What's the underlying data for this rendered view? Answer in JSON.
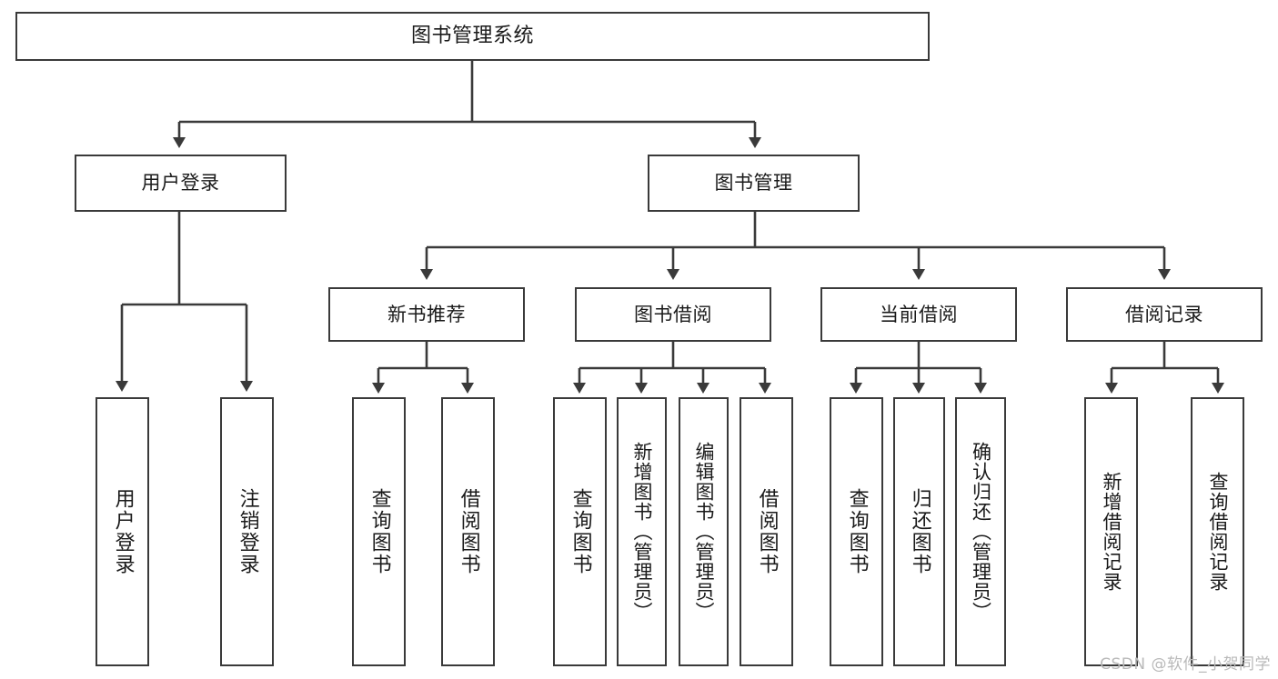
{
  "diagram": {
    "title": "图书管理系统",
    "type": "hierarchy-tree",
    "colors": {
      "box_border": "#3a3a3a",
      "box_fill": "#ffffff",
      "edge": "#3a3a3a",
      "text": "#1a1a1a",
      "watermark": "#b9b9b9"
    },
    "watermark": "CSDN @软件_小贺同学",
    "levels": {
      "root": {
        "label": "图书管理系统"
      },
      "level2": [
        {
          "label": "用户登录"
        },
        {
          "label": "图书管理"
        }
      ],
      "level3": [
        {
          "label": "新书推荐"
        },
        {
          "label": "图书借阅"
        },
        {
          "label": "当前借阅"
        },
        {
          "label": "借阅记录"
        }
      ],
      "leaves": {
        "user_login": [
          {
            "label": "用户登录"
          },
          {
            "label": "注销登录"
          }
        ],
        "new_book_recommend": [
          {
            "label": "查询图书"
          },
          {
            "label": "借阅图书"
          }
        ],
        "book_borrow": [
          {
            "label": "查询图书"
          },
          {
            "label": "新增图书（管理员）"
          },
          {
            "label": "编辑图书（管理员）"
          },
          {
            "label": "借阅图书"
          }
        ],
        "current_borrow": [
          {
            "label": "查询图书"
          },
          {
            "label": "归还图书"
          },
          {
            "label": "确认归还（管理员）"
          }
        ],
        "borrow_record": [
          {
            "label": "新增借阅记录"
          },
          {
            "label": "查询借阅记录"
          }
        ]
      }
    }
  }
}
